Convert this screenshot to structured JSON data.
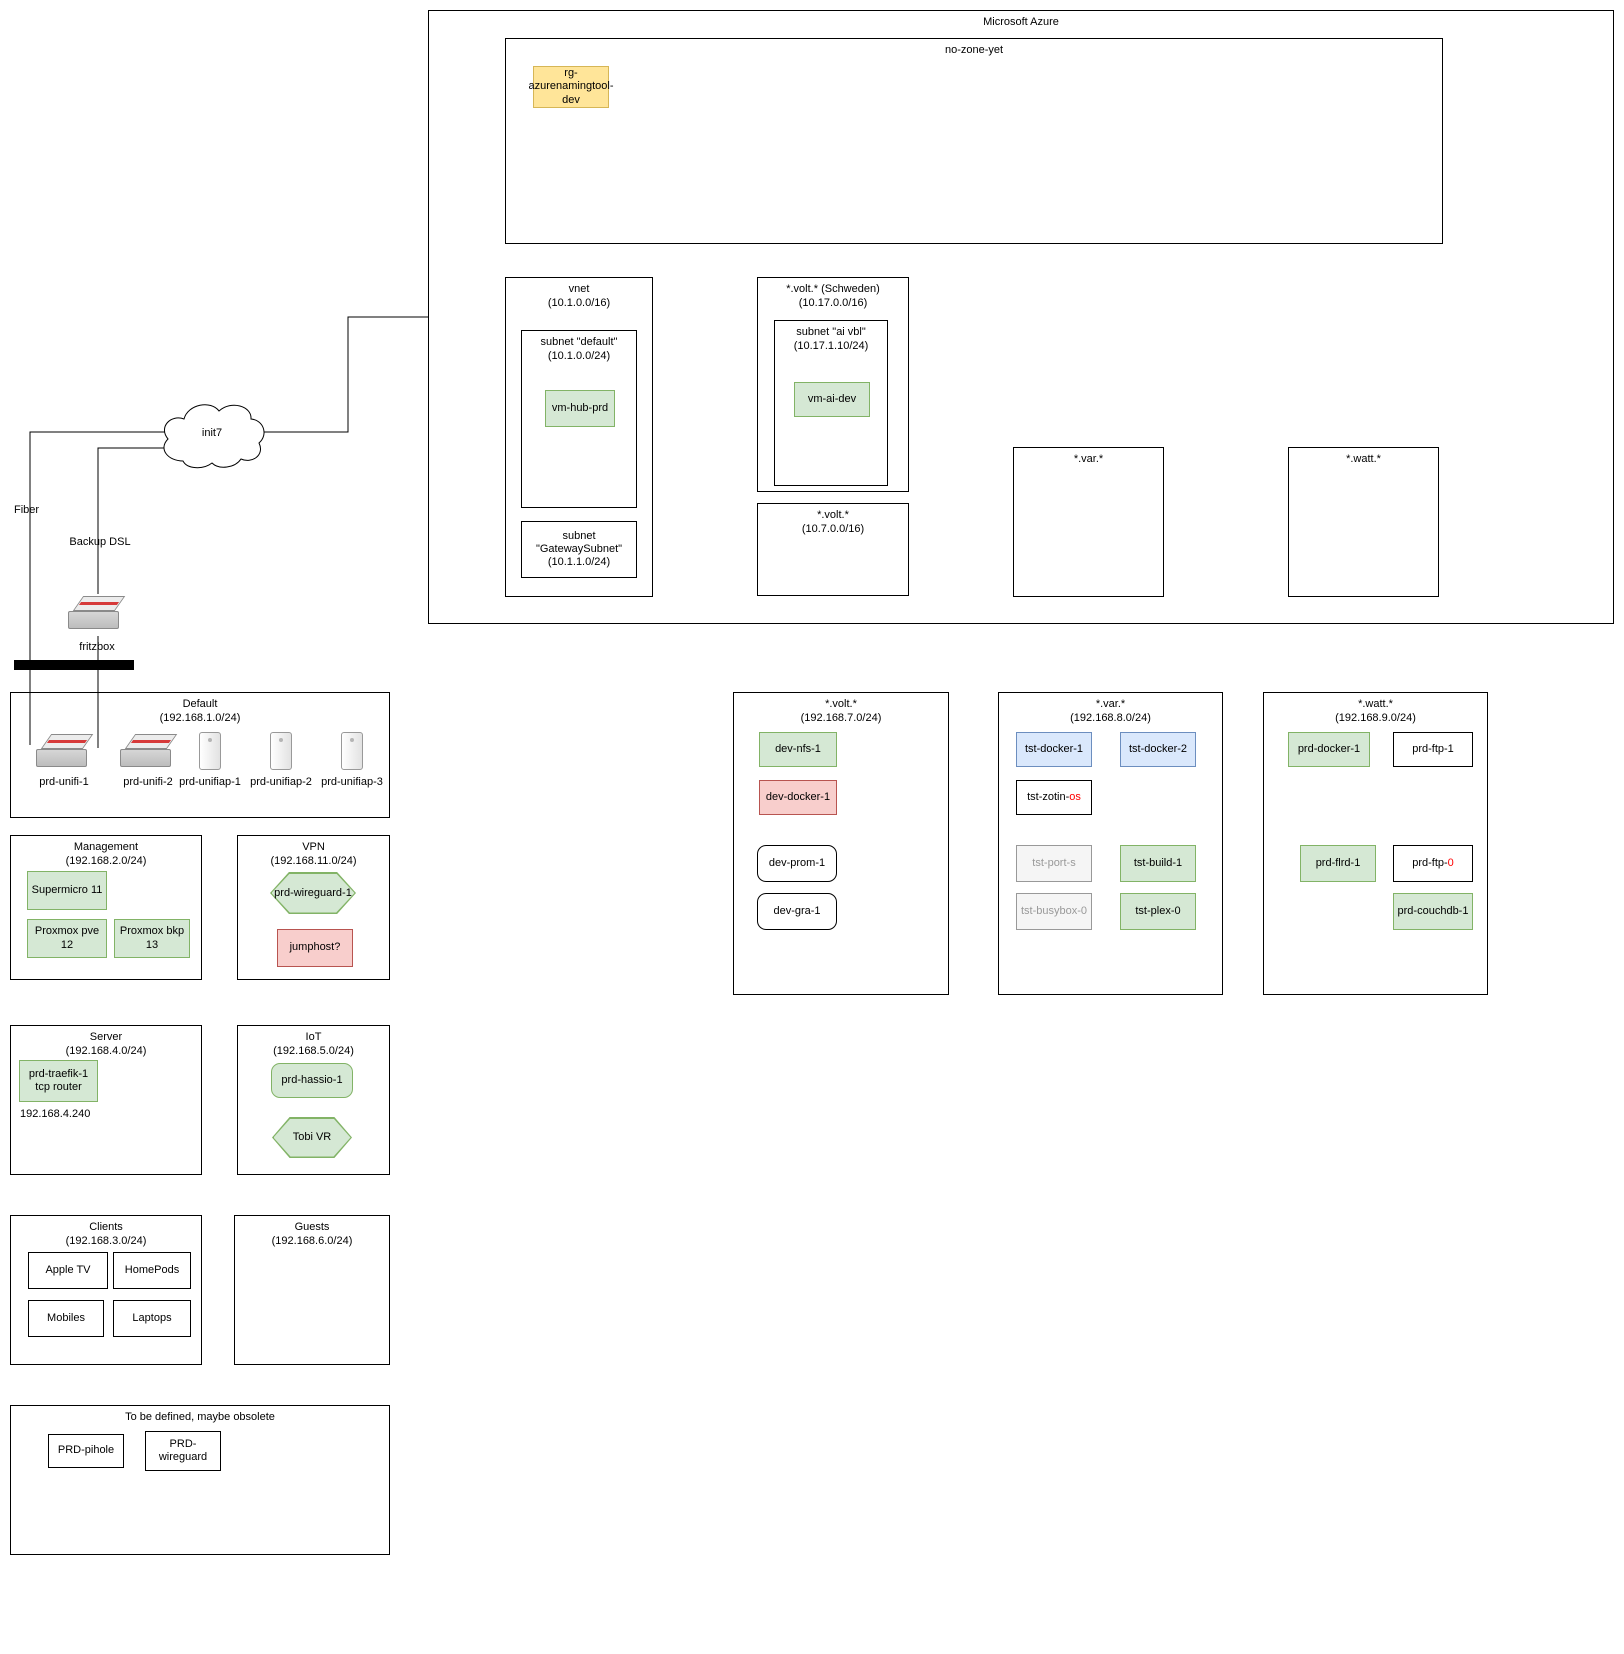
{
  "net": {
    "internet_label": "init7",
    "fiber_label": "Fiber",
    "backup_label": "Backup DSL",
    "fritzbox_label": "fritzbox"
  },
  "azure": {
    "title": "Microsoft Azure",
    "no_zone": {
      "title": "no-zone-yet",
      "rg_label": "rg-azurenamingtool-dev"
    },
    "vnet": {
      "title": "vnet",
      "cidr": "(10.1.0.0/16)",
      "subnet_default": {
        "title": "subnet \"default\"",
        "cidr": "(10.1.0.0/24)",
        "vm": "vm-hub-prd"
      },
      "subnet_gateway": {
        "line1": "subnet",
        "line2": "\"GatewaySubnet\"",
        "cidr": "(10.1.1.0/24)"
      }
    },
    "volt_schweden": {
      "title": "*.volt.* (Schweden)",
      "cidr": "(10.17.0.0/16)",
      "subnet_ai": {
        "title": "subnet \"ai vbl\"",
        "cidr": "(10.17.1.10/24)",
        "vm": "vm-ai-dev"
      }
    },
    "volt7": {
      "title": "*.volt.*",
      "cidr": "(10.7.0.0/16)"
    },
    "var": {
      "title": "*.var.*"
    },
    "watt": {
      "title": "*.watt.*"
    }
  },
  "zones": {
    "default": {
      "title": "Default",
      "cidr": "(192.168.1.0/24)",
      "devices": [
        "prd-unifi-1",
        "prd-unifi-2",
        "prd-unifiap-1",
        "prd-unifiap-2",
        "prd-unifiap-3"
      ]
    },
    "management": {
      "title": "Management",
      "cidr": "(192.168.2.0/24)",
      "supermicro": "Supermicro 11",
      "pve": "Proxmox pve 12",
      "bkp": "Proxmox bkp 13"
    },
    "vpn": {
      "title": "VPN",
      "cidr": "(192.168.11.0/24)",
      "wireguard": "prd-wireguard-1",
      "jumphost": "jumphost?"
    },
    "server": {
      "title": "Server",
      "cidr": "(192.168.4.0/24)",
      "traefik_line1": "prd-traefik-1",
      "traefik_line2": "tcp router",
      "ip": "192.168.4.240"
    },
    "iot": {
      "title": "IoT",
      "cidr": "(192.168.5.0/24)",
      "hassio": "prd-hassio-1",
      "tobi": "Tobi VR"
    },
    "clients": {
      "title": "Clients",
      "cidr": "(192.168.3.0/24)",
      "appletv": "Apple TV",
      "homepods": "HomePods",
      "mobiles": "Mobiles",
      "laptops": "Laptops"
    },
    "guests": {
      "title": "Guests",
      "cidr": "(192.168.6.0/24)"
    },
    "tbd": {
      "title": "To be defined, maybe obsolete",
      "pihole": "PRD-pihole",
      "wireguard": "PRD-wireguard"
    },
    "volt7": {
      "title": "*.volt.*",
      "cidr": "(192.168.7.0/24)",
      "nfs": "dev-nfs-1",
      "docker": "dev-docker-1",
      "prom": "dev-prom-1",
      "gra": "dev-gra-1"
    },
    "var8": {
      "title": "*.var.*",
      "cidr": "(192.168.8.0/24)",
      "docker1": "tst-docker-1",
      "docker2": "tst-docker-2",
      "zotin_prefix": "tst-zotin-",
      "zotin_suffix": "os",
      "ports": "tst-port-s",
      "build": "tst-build-1",
      "busybox": "tst-busybox-0",
      "plex": "tst-plex-0"
    },
    "watt9": {
      "title": "*.watt.*",
      "cidr": "(192.168.9.0/24)",
      "docker": "prd-docker-1",
      "ftp1": "prd-ftp-1",
      "flrd": "prd-flrd-1",
      "ftp0_prefix": "prd-ftp-",
      "ftp0_suffix": "0",
      "couchdb": "prd-couchdb-1"
    }
  },
  "colors": {
    "green_fill": "#d5e8d4",
    "green_stroke": "#82b366",
    "red_fill": "#f8cecc",
    "red_stroke": "#b85450",
    "blue_fill": "#dae8fc",
    "blue_stroke": "#6c8ebf",
    "yellow_fill": "#ffe599",
    "yellow_stroke": "#d6b656",
    "alert_text": "#ff0000"
  }
}
